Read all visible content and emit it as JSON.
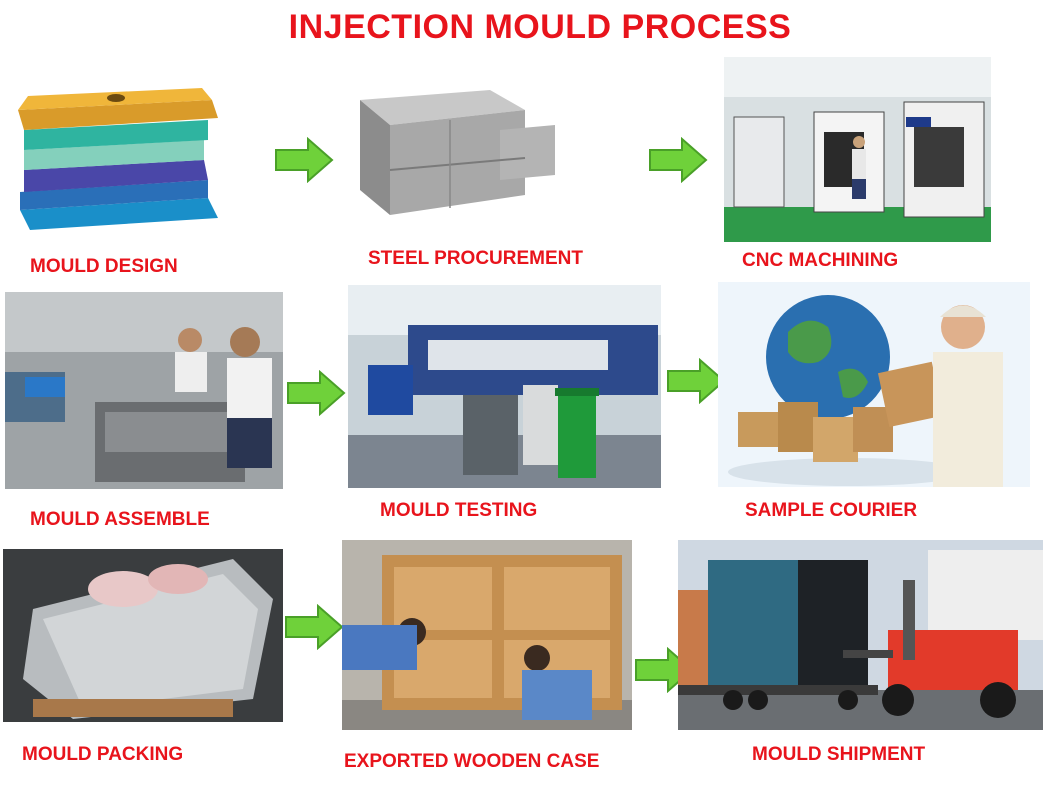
{
  "title": "INJECTION MOULD PROCESS",
  "colors": {
    "title": "#e8141c",
    "label": "#e8141c",
    "arrow_fill": "#6fd13a",
    "arrow_stroke": "#4aa028"
  },
  "steps": [
    {
      "label": "MOULD DESIGN",
      "image": "mould-3d-model"
    },
    {
      "label": "STEEL PROCUREMENT",
      "image": "steel-blocks"
    },
    {
      "label": "CNC MACHINING",
      "image": "cnc-workshop"
    },
    {
      "label": "MOULD ASSEMBLE",
      "image": "workers-assembling-mould"
    },
    {
      "label": "MOULD TESTING",
      "image": "injection-machine"
    },
    {
      "label": "SAMPLE COURIER",
      "image": "globe-boxes-courier"
    },
    {
      "label": "MOULD PACKING",
      "image": "wrapped-mould"
    },
    {
      "label": "EXPORTED WOODEN CASE",
      "image": "wooden-crate"
    },
    {
      "label": "MOULD SHIPMENT",
      "image": "container-truck-forklift"
    }
  ]
}
